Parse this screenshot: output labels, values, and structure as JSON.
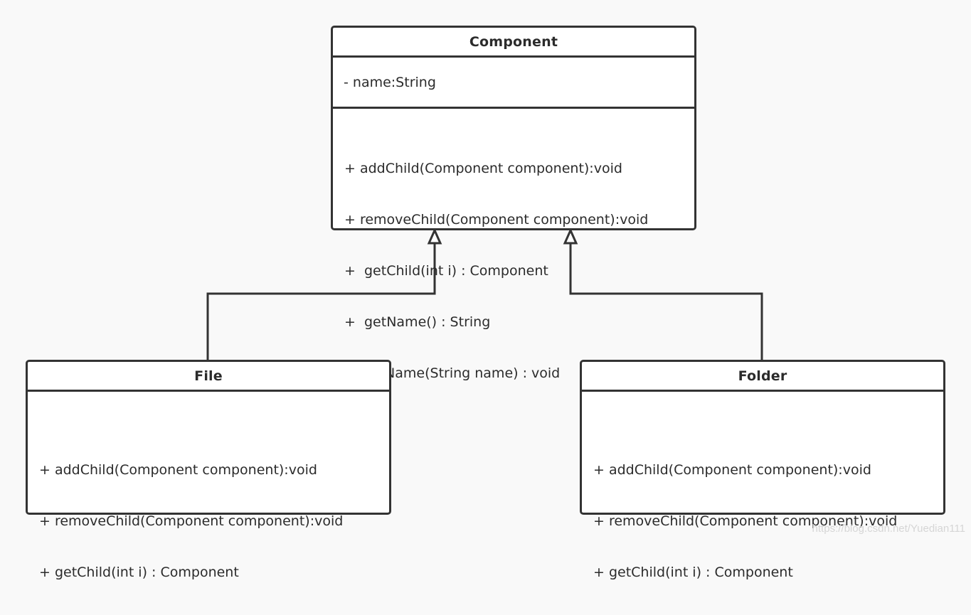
{
  "classes": {
    "component": {
      "name": "Component",
      "attributes": [
        "- name:String"
      ],
      "methods": [
        "+ addChild(Component component):void",
        "+ removeChild(Component component):void",
        "+  getChild(int i) : Component",
        "+  getName() : String",
        "+  setName(String name) : void"
      ]
    },
    "file": {
      "name": "File",
      "methods": [
        "+ addChild(Component component):void",
        "+ removeChild(Component component):void",
        "+ getChild(int i) : Component"
      ]
    },
    "folder": {
      "name": "Folder",
      "methods": [
        "+ addChild(Component component):void",
        "+ removeChild(Component component):void",
        "+ getChild(int i) : Component"
      ]
    }
  },
  "relationships": [
    {
      "type": "generalization",
      "from": "File",
      "to": "Component"
    },
    {
      "type": "generalization",
      "from": "Folder",
      "to": "Component"
    }
  ],
  "watermark": "https://blog.csdn.net/Yuedian111"
}
